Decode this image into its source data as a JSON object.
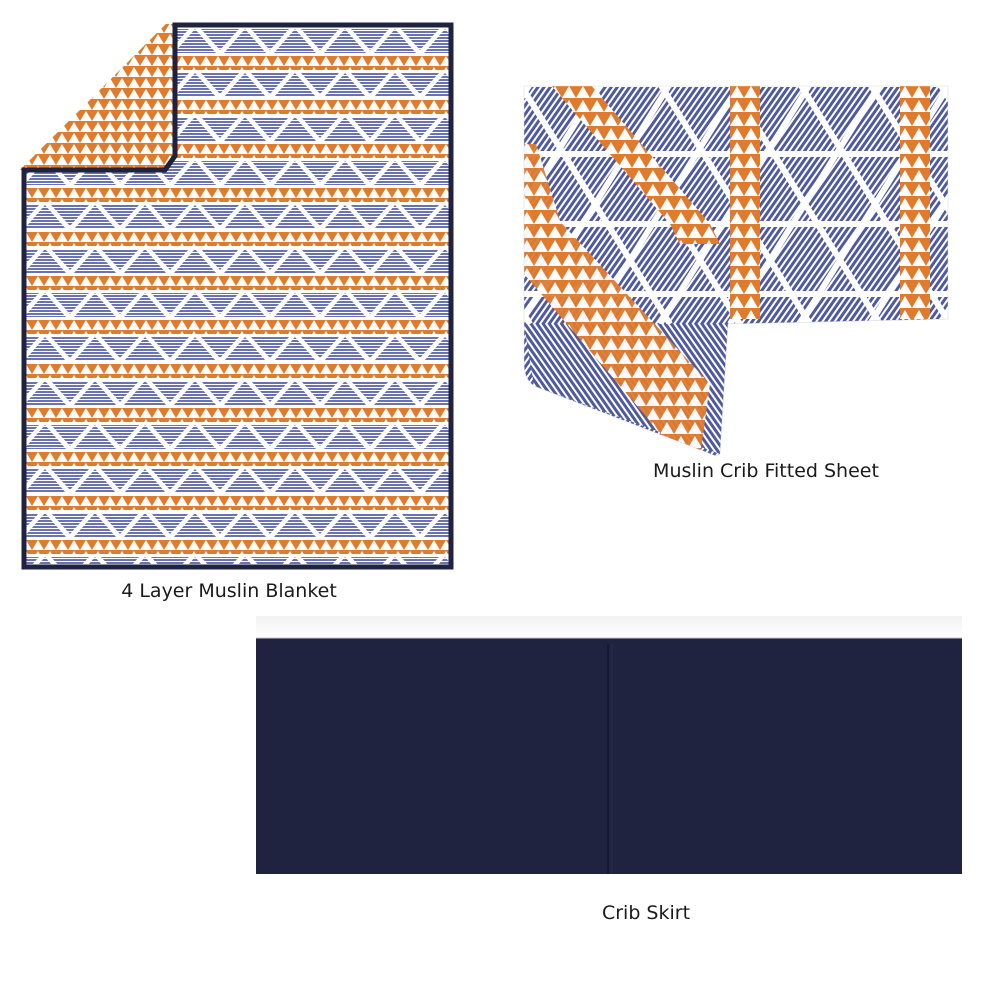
{
  "products": {
    "blanket": {
      "caption": "4 Layer Muslin Blanket",
      "image": "muslin-blanket-photo"
    },
    "fitted_sheet": {
      "caption": "Muslin Crib Fitted Sheet",
      "image": "muslin-fitted-sheet-photo"
    },
    "crib_skirt": {
      "caption": "Crib Skirt",
      "image": "crib-skirt-photo"
    }
  },
  "colors": {
    "navy": "#1f2340",
    "orange": "#e07b2e",
    "periwinkle": "#6a73b0",
    "white": "#ffffff"
  }
}
